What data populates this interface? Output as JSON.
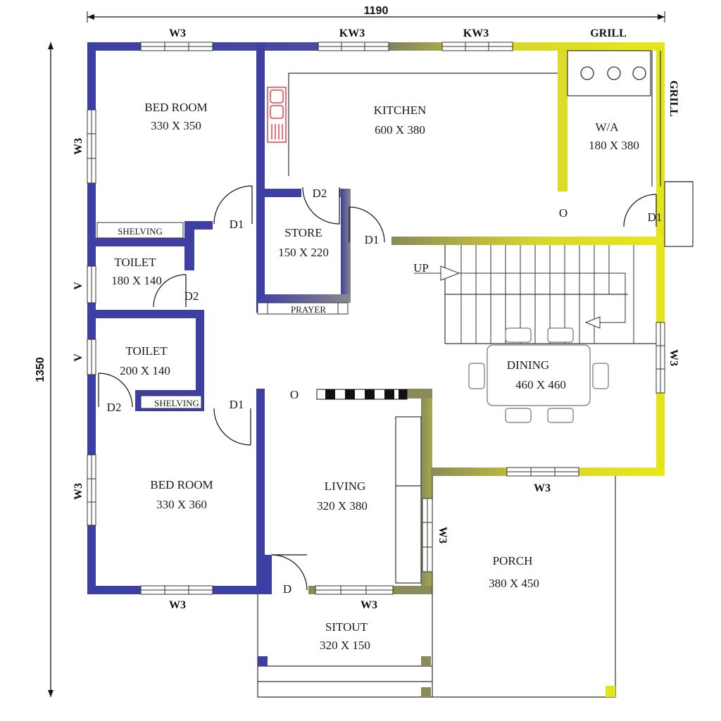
{
  "dimensions": {
    "width": "1190",
    "height": "1350"
  },
  "rooms": {
    "bed_room_1": {
      "name": "BED ROOM",
      "size": "330 X 350"
    },
    "kitchen": {
      "name": "KITCHEN",
      "size": "600 X 380"
    },
    "wa": {
      "name": "W/A",
      "size": "180 X 380"
    },
    "store": {
      "name": "STORE",
      "size": "150 X 220"
    },
    "toilet_1": {
      "name": "TOILET",
      "size": "180 X 140"
    },
    "toilet_2": {
      "name": "TOILET",
      "size": "200 X 140"
    },
    "dining": {
      "name": "DINING",
      "size": "460 X 460"
    },
    "bed_room_2": {
      "name": "BED ROOM",
      "size": "330 X 360"
    },
    "living": {
      "name": "LIVING",
      "size": "320 X 380"
    },
    "porch": {
      "name": "PORCH",
      "size": "380 X 450"
    },
    "sitout": {
      "name": "SITOUT",
      "size": "320 X 150"
    }
  },
  "labels": {
    "shelving": "SHELVING",
    "prayer": "PRAYER",
    "up": "UP",
    "opening": "O"
  },
  "windows": {
    "w3": "W3",
    "kw3": "KW3",
    "grill": "GRILL",
    "v": "V"
  },
  "doors": {
    "d1": "D1",
    "d2": "D2",
    "d": "D"
  },
  "colors": {
    "blue_wall": "#3d3fa3",
    "olive_wall": "#8a8a5a",
    "yellow_wall": "#e3e41a",
    "sink": "#e0262b"
  }
}
